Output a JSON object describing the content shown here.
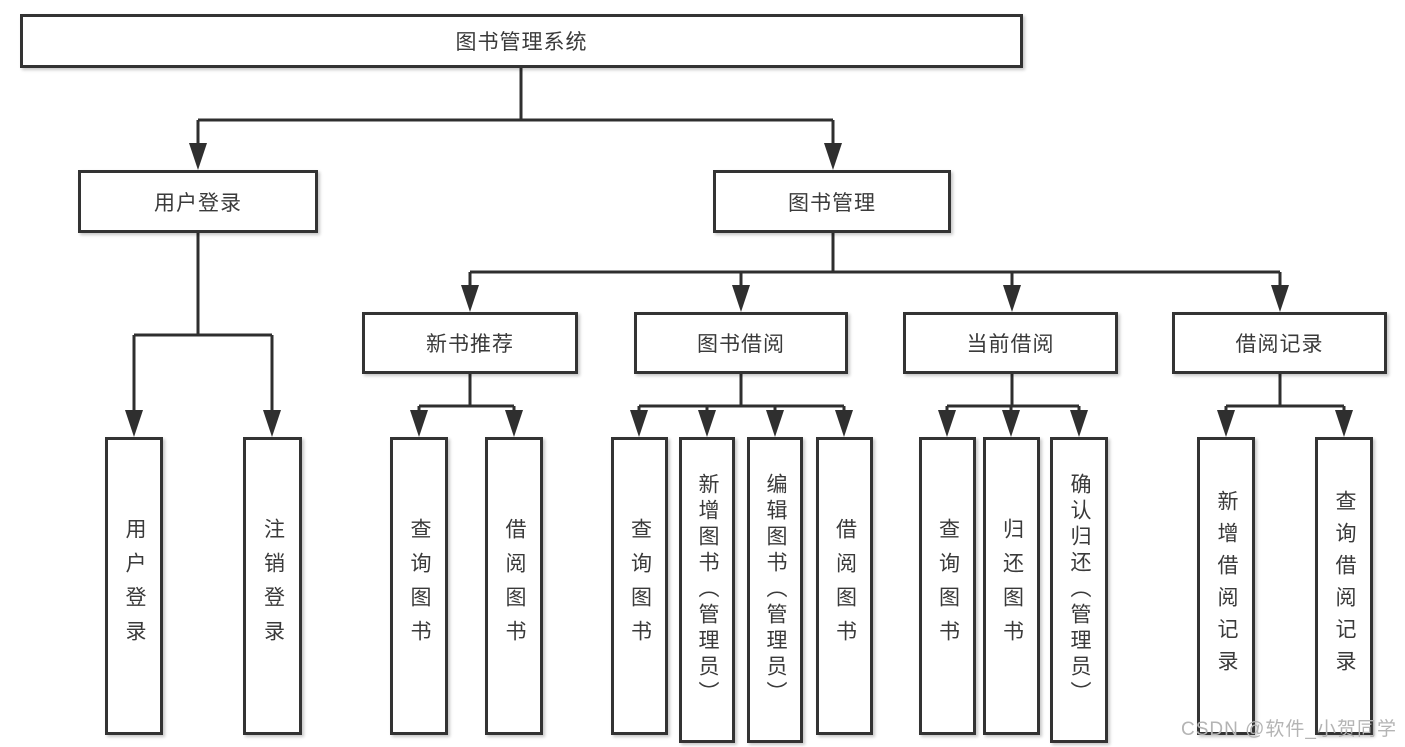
{
  "tree": {
    "label": "图书管理系统",
    "children": [
      {
        "label": "用户登录",
        "children": [
          {
            "label": "用户登录"
          },
          {
            "label": "注销登录"
          }
        ]
      },
      {
        "label": "图书管理",
        "children": [
          {
            "label": "新书推荐",
            "children": [
              {
                "label": "查询图书"
              },
              {
                "label": "借阅图书"
              }
            ]
          },
          {
            "label": "图书借阅",
            "children": [
              {
                "label": "查询图书"
              },
              {
                "label": "新增图书（管理员）"
              },
              {
                "label": "编辑图书（管理员）"
              },
              {
                "label": "借阅图书"
              }
            ]
          },
          {
            "label": "当前借阅",
            "children": [
              {
                "label": "查询图书"
              },
              {
                "label": "归还图书"
              },
              {
                "label": "确认归还（管理员）"
              }
            ]
          },
          {
            "label": "借阅记录",
            "children": [
              {
                "label": "新增借阅记录"
              },
              {
                "label": "查询借阅记录"
              }
            ]
          }
        ]
      }
    ]
  },
  "watermark": {
    "text": "CSDN @软件_小贺同学"
  },
  "colors": {
    "line": "#2f2f2f",
    "border": "#333333",
    "text": "#3a3a3a",
    "watermark": "#b4b4b4",
    "background": "#ffffff"
  }
}
